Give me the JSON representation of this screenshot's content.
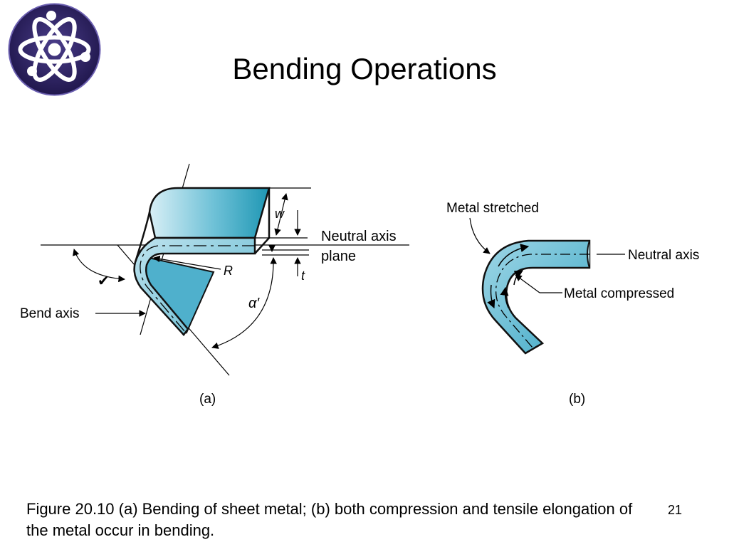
{
  "slide": {
    "title": "Bending Operations",
    "caption": "Figure 20.10 (a) Bending of sheet metal; (b) both compression and tensile elongation of the metal occur in bending.",
    "page_number": "21"
  },
  "figure_a": {
    "label": "(a)",
    "neutral_axis_line1": "Neutral axis",
    "neutral_axis_line2": "plane",
    "bend_axis": "Bend axis",
    "w": "w",
    "t": "t",
    "R": "R",
    "alpha": "α′"
  },
  "figure_b": {
    "label": "(b)",
    "metal_stretched": "Metal stretched",
    "neutral_axis": "Neutral axis",
    "metal_compressed": "Metal compressed"
  },
  "colors": {
    "metal_light": "#cfeaf2",
    "metal_mid": "#5fb8d0",
    "metal_dark": "#1f97b4",
    "logo_bg": "#2a1f5e"
  },
  "icons": {
    "logo": "atom-icon",
    "checkmark": "checkmark-icon"
  }
}
